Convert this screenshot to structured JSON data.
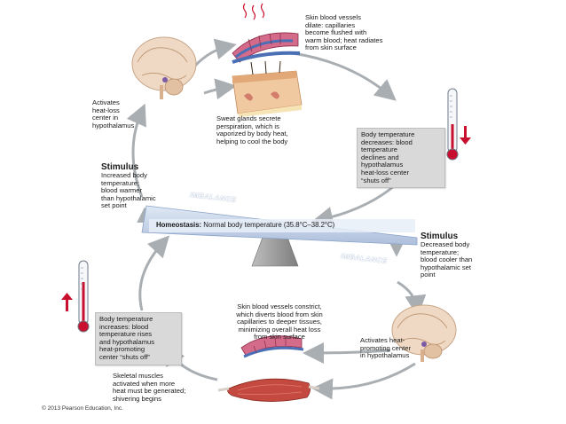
{
  "colors": {
    "arrow": "#a9aeb3",
    "beam": "#c7d6ec",
    "beam_edge": "#8aa3c8",
    "fulcrum": "#9a9a9a",
    "red_arrow": "#c8102e",
    "box_fill": "#d9d9d9"
  },
  "icons": [
    "brain-top-icon",
    "brain-bottom-icon",
    "dilated-capillaries-icon",
    "skin-cross-section-icon",
    "thermometer-high-icon",
    "thermometer-low-icon",
    "constricted-capillaries-icon",
    "muscle-icon",
    "heat-wave-icon"
  ],
  "top": {
    "vessels_dilate": "Skin blood vessels\ndilate: capillaries\nbecome flushed with\nwarm blood; heat radiates\nfrom skin surface",
    "heat_loss_center": "Activates\nheat-loss\ncenter in\nhypothalamus",
    "sweat": "Sweat glands secrete\nperspiration, which is\nvaporized by body heat,\nhelping to cool the body",
    "temp_decreases": "Body temperature\ndecreases: blood\ntemperature\ndeclines and\nhypothalamus\nheat-loss center\n“shuts off”"
  },
  "stimulus_left": {
    "title": "Stimulus",
    "text": "Increased body\ntemperature;\nblood warmer\nthan hypothalamic\nset point"
  },
  "stimulus_right": {
    "title": "Stimulus",
    "text": "Decreased body\ntemperature;\nblood cooler than\nhypothalamic set\npoint"
  },
  "balance": {
    "imbalance_top": "IMBALANCE",
    "imbalance_bottom": "IMBALANCE",
    "homeostasis_label": "Homeostasis:",
    "homeostasis_text": " Normal body temperature (35.8°C–38.2°C)"
  },
  "bottom": {
    "vessels_constrict": "Skin blood vessels constrict,\nwhich diverts blood from skin\ncapillaries to deeper tissues,\nminimizing overall heat loss\nfrom skin surface",
    "heat_promoting_center": "Activates heat-\npromoting center\nin hypothalamus",
    "temp_increases": "Body temperature\nincreases: blood\ntemperature rises\nand hypothalamus\nheat-promoting\ncenter “shuts off”",
    "shivering": "Skeletal muscles\nactivated when more\nheat must be generated;\nshivering begins"
  },
  "copyright": "© 2013 Pearson Education, Inc."
}
